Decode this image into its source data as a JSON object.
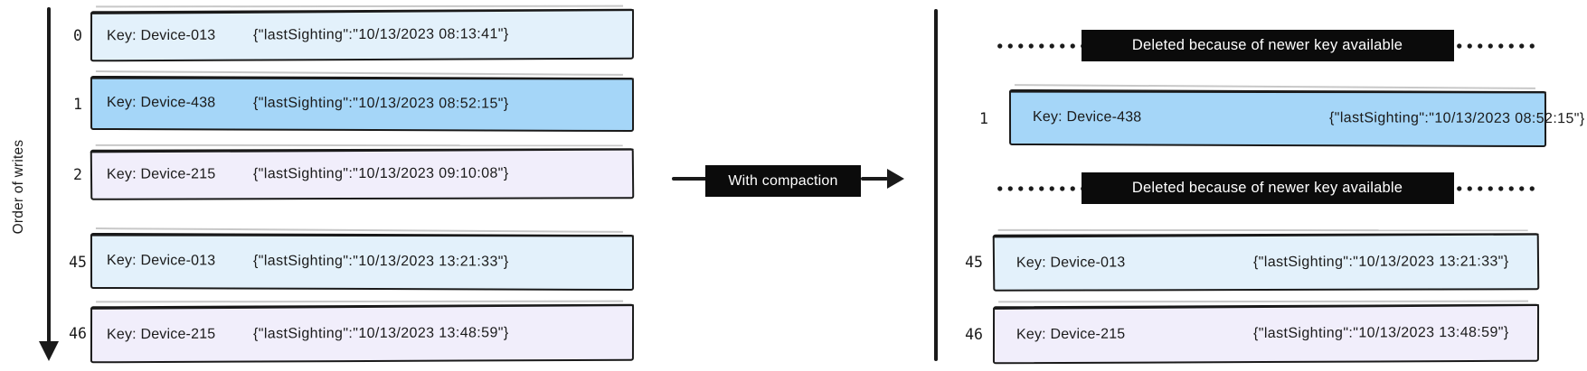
{
  "diagram": {
    "axis_label": "Order of writes",
    "transform_label": "With compaction"
  },
  "colors": {
    "ink": "#1a1a1a",
    "light_blue": "#e3f1fb",
    "highlight_blue": "#a5d6f8",
    "lavender": "#f1eefb",
    "banner_bg": "#0b0b0b",
    "banner_text": "#ffffff"
  },
  "before_compaction": {
    "rows": [
      {
        "offset": "0",
        "key": "Key: Device-013",
        "value": "{\"lastSighting\":\"10/13/2023 08:13:41\"}",
        "variant": "light_blue"
      },
      {
        "offset": "1",
        "key": "Key: Device-438",
        "value": "{\"lastSighting\":\"10/13/2023 08:52:15\"}",
        "variant": "highlight_blue"
      },
      {
        "offset": "2",
        "key": "Key: Device-215",
        "value": "{\"lastSighting\":\"10/13/2023 09:10:08\"}",
        "variant": "lavender"
      },
      {
        "offset": "45",
        "key": "Key: Device-013",
        "value": "{\"lastSighting\":\"10/13/2023 13:21:33\"}",
        "variant": "light_blue"
      },
      {
        "offset": "46",
        "key": "Key: Device-215",
        "value": "{\"lastSighting\":\"10/13/2023 13:48:59\"}",
        "variant": "lavender"
      }
    ]
  },
  "after_compaction": {
    "rows": [
      {
        "type": "deleted",
        "label": "Deleted because of newer key available"
      },
      {
        "type": "record",
        "offset": "1",
        "key": "Key: Device-438",
        "value": "{\"lastSighting\":\"10/13/2023 08:52:15\"}",
        "variant": "highlight_blue"
      },
      {
        "type": "deleted",
        "label": "Deleted because of newer key available"
      },
      {
        "type": "record",
        "offset": "45",
        "key": "Key: Device-013",
        "value": "{\"lastSighting\":\"10/13/2023 13:21:33\"}",
        "variant": "light_blue"
      },
      {
        "type": "record",
        "offset": "46",
        "key": "Key: Device-215",
        "value": "{\"lastSighting\":\"10/13/2023 13:48:59\"}",
        "variant": "lavender"
      }
    ]
  }
}
